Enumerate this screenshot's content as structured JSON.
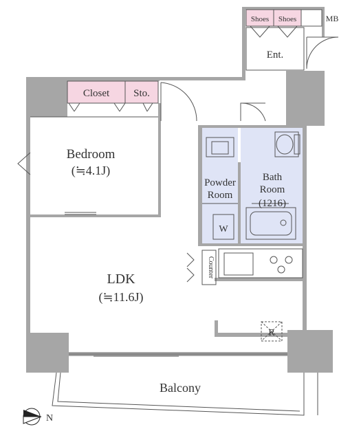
{
  "rooms": {
    "shoes_1": "Shoes",
    "shoes_2": "Shoes",
    "mb": "MB",
    "entrance": "Ent.",
    "closet": "Closet",
    "storage": "Sto.",
    "bedroom": "Bedroom",
    "bedroom_size": "(≒4.1J)",
    "powder_room_line1": "Powder",
    "powder_room_line2": "Room",
    "bath_room_line1": "Bath",
    "bath_room_line2": "Room",
    "bath_room_size": "(1216)",
    "washer": "W",
    "counter": "Counter",
    "ldk": "LDK",
    "ldk_size": "(≒11.6J)",
    "refrigerator": "R",
    "balcony": "Balcony",
    "north": "N"
  },
  "colors": {
    "wall": "#a6a6a6",
    "closet_fill": "#f6d6e2",
    "wet_area_fill": "#dfe4f6"
  }
}
